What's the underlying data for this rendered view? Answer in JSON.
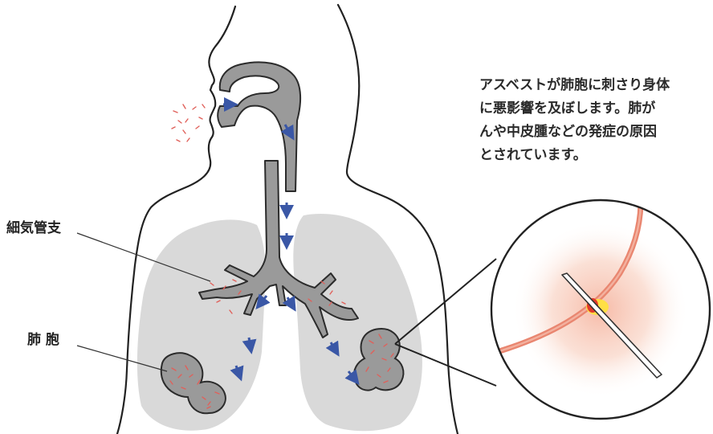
{
  "labels": {
    "bronchiole": "細気管支",
    "alveolus": "肺 胞"
  },
  "caption_lines": [
    "アスベストが肺胞に刺さり身体",
    "に悪影響を及ぼします。肺が",
    "んや中皮腫などの発症の原因",
    "とされています。"
  ],
  "colors": {
    "outline": "#222222",
    "lung_fill": "#d9d9d9",
    "airway_fill": "#9a9a9a",
    "airway_stroke": "#2b2b2b",
    "arrow": "#3a57a6",
    "fiber_red": "#e0605a",
    "zoom_glow": "#f6b7a3",
    "vessel": "#e98670",
    "wound_red": "#e23a2a",
    "wound_yellow": "#ffe23a"
  },
  "icons": {
    "flow_arrow": "flow-arrow-icon",
    "asbestos_dust": "asbestos-dust-icon",
    "asbestos_needle": "asbestos-needle-icon"
  }
}
